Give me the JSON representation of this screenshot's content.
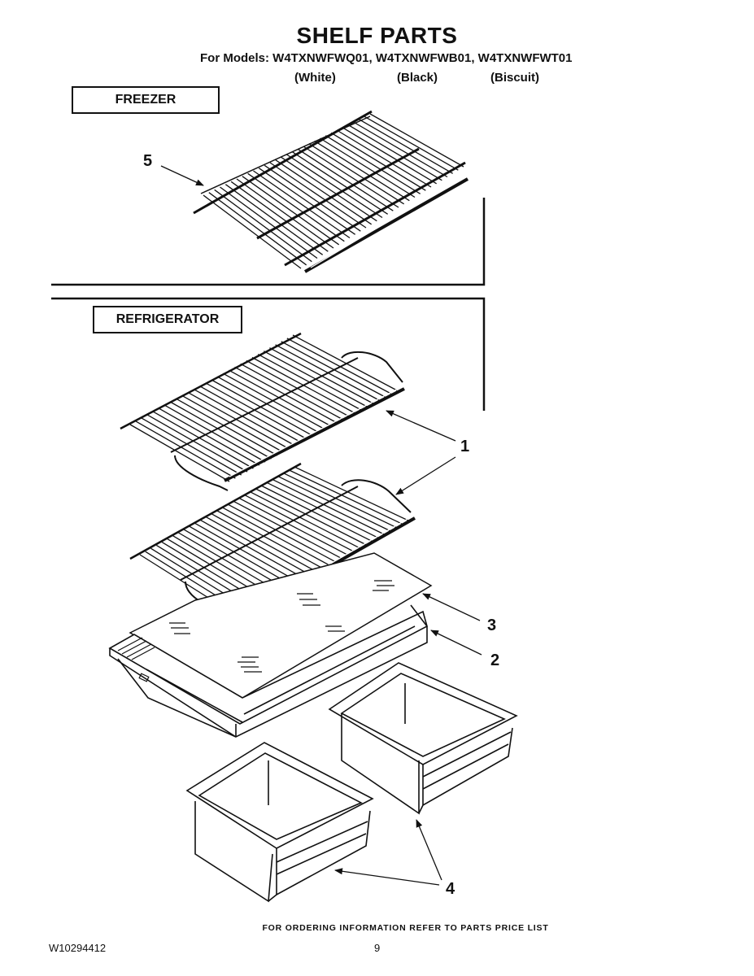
{
  "header": {
    "title": "SHELF PARTS",
    "models": "For Models: W4TXNWFWQ01, W4TXNWFWB01, W4TXNWFWT01",
    "variants": [
      "(White)",
      "(Black)",
      "(Biscuit)"
    ]
  },
  "sections": {
    "freezer": "FREEZER",
    "refrigerator": "REFRIGERATOR"
  },
  "callouts": {
    "c5": "5",
    "c1": "1",
    "c3": "3",
    "c2": "2",
    "c4": "4"
  },
  "footer": {
    "ordering_note": "FOR ORDERING INFORMATION REFER TO PARTS PRICE LIST",
    "doc_number": "W10294412",
    "page_number": "9"
  }
}
